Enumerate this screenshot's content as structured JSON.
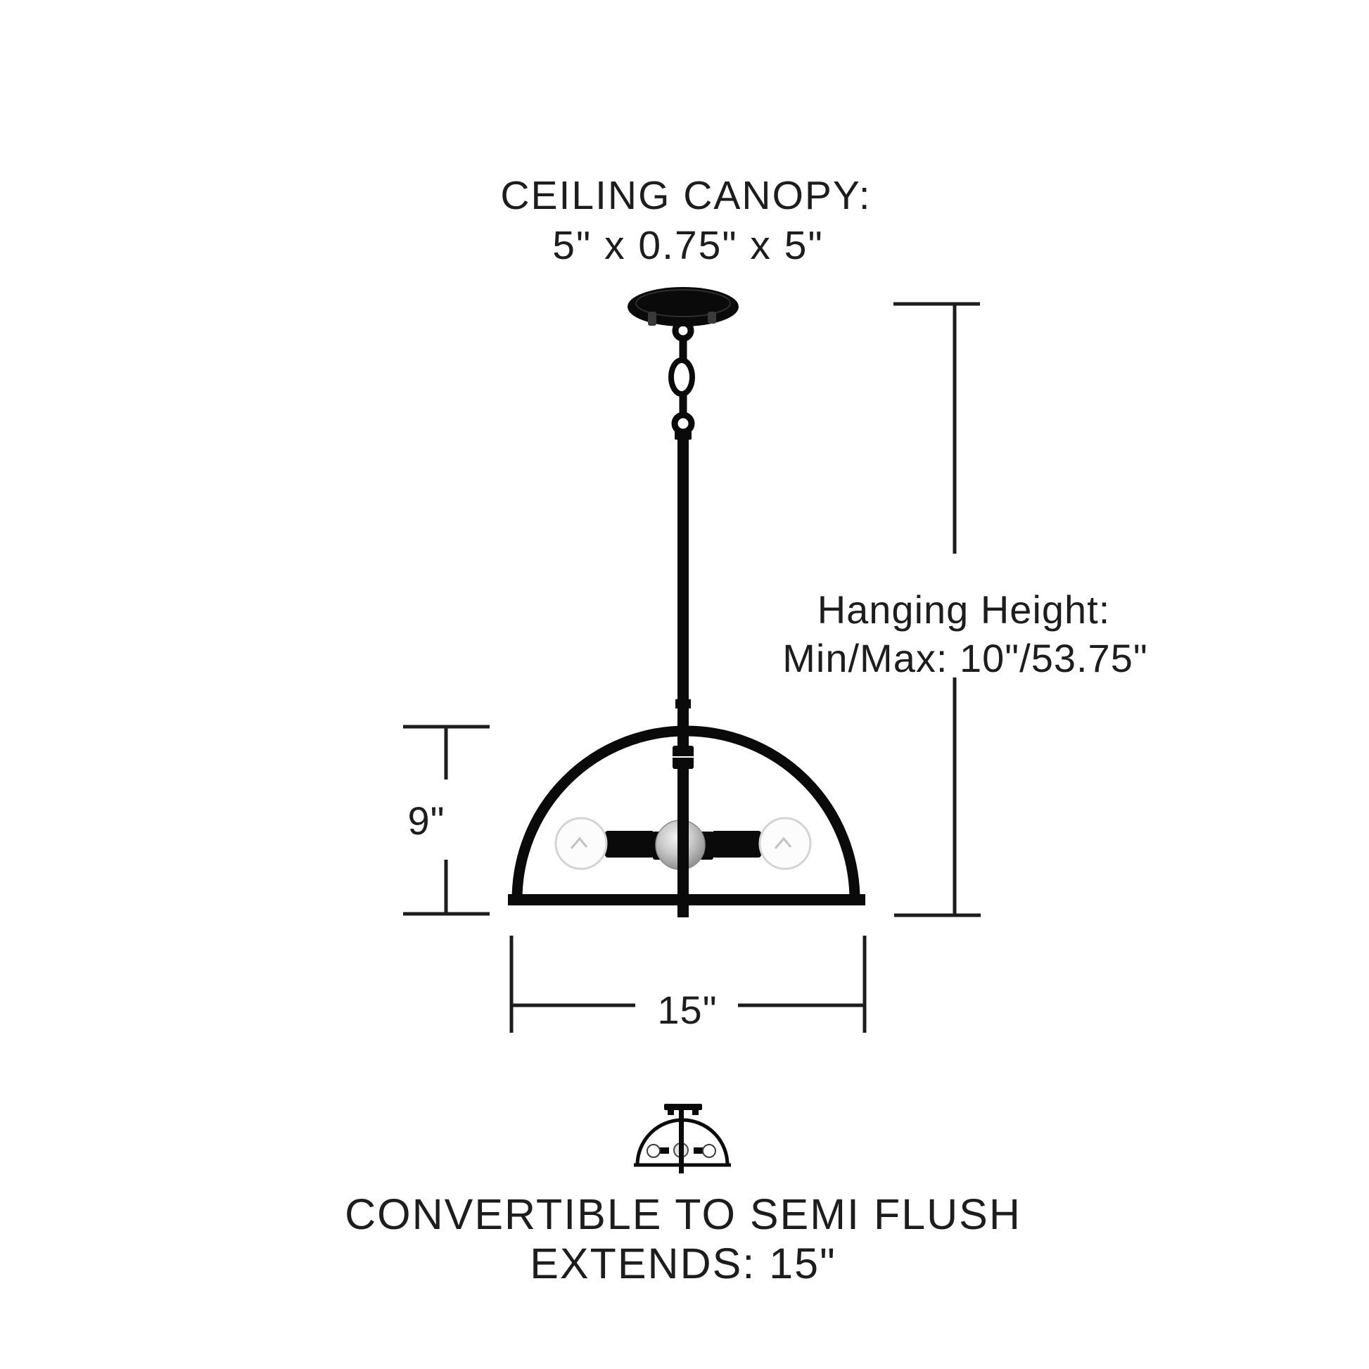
{
  "title": {
    "line1": "CEILING CANOPY:",
    "line2": "5\" x 0.75\" x 5\""
  },
  "dimensions": {
    "hanging_height_line1": "Hanging Height:",
    "hanging_height_line2": "Min/Max: 10\"/53.75\"",
    "fixture_height": "9\"",
    "fixture_width": "15\""
  },
  "footer": {
    "line1": "CONVERTIBLE TO SEMI FLUSH",
    "line2": "EXTENDS: 15\""
  },
  "colors": {
    "background": "#ffffff",
    "text": "#1d1d1d",
    "dimension_line": "#1d1d1d",
    "fixture_black": "#0a0a0a",
    "bulb_glass": "#fcfcfc",
    "chrome_bulb": "#a9a9a9"
  }
}
